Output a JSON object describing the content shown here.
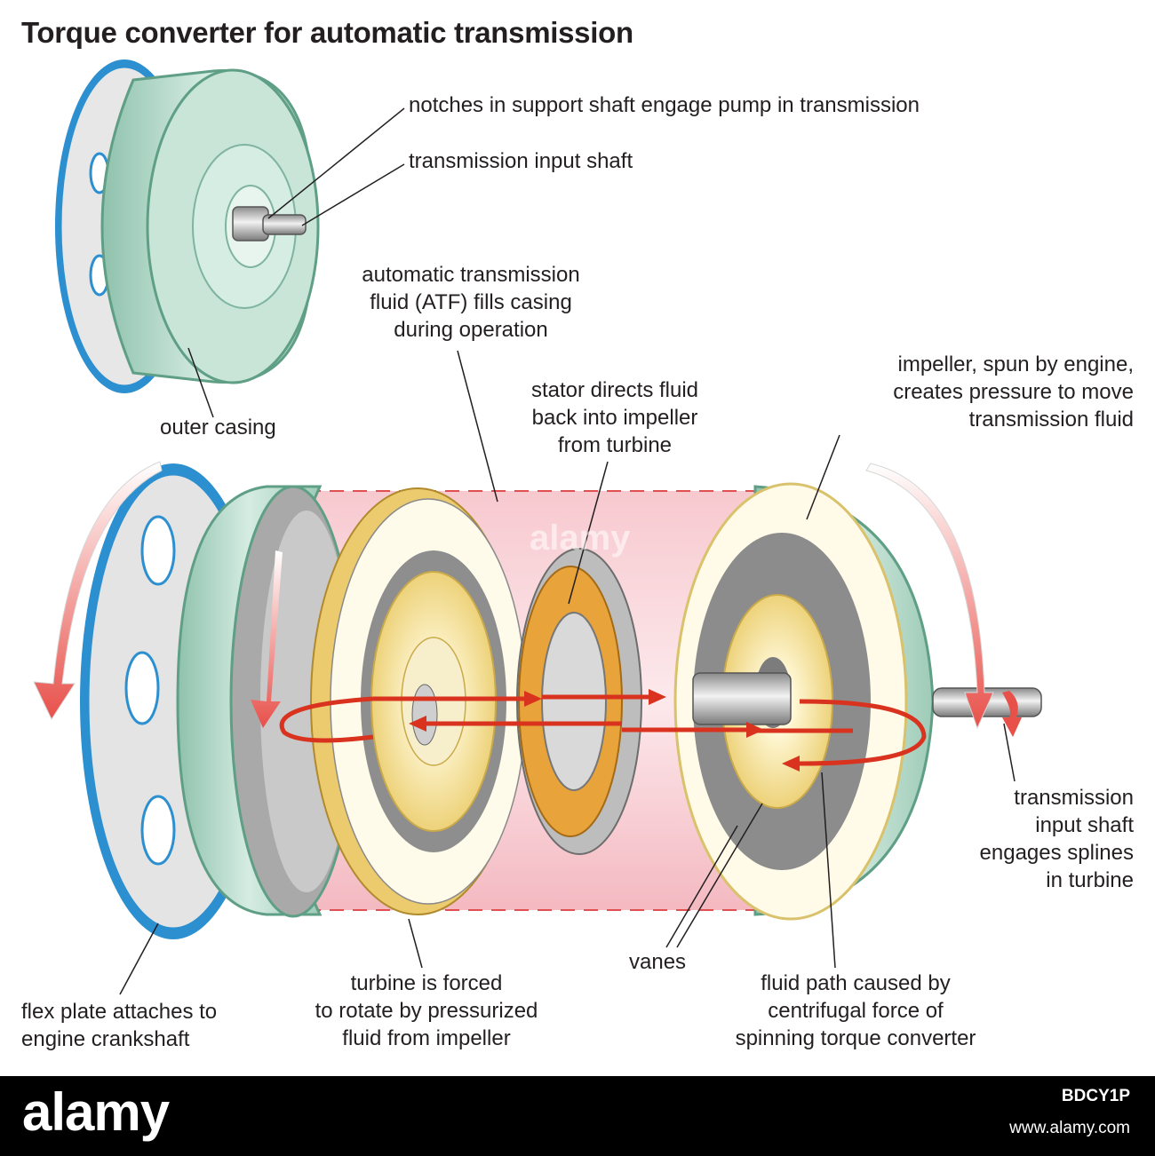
{
  "title": "Torque converter for automatic transmission",
  "labels": {
    "notches": "notches in support shaft engage pump in transmission",
    "input_shaft_top": "transmission input shaft",
    "atf": "automatic transmission\nfluid (ATF) fills casing\nduring operation",
    "stator": "stator directs fluid\nback into impeller\nfrom turbine",
    "impeller": "impeller, spun by engine,\ncreates pressure to move\ntransmission fluid",
    "outer_casing": "outer casing",
    "input_shaft_engages": "transmission\ninput shaft\nengages splines\nin turbine",
    "vanes": "vanes",
    "flex_plate": "flex plate attaches to\nengine crankshaft",
    "turbine": "turbine is forced\nto rotate by pressurized\nfluid from impeller",
    "fluid_path": "fluid path caused by\ncentrifugal force of\nspinning torque converter"
  },
  "watermark": "alamy",
  "footer": {
    "logo": "alamy",
    "image_id": "BDCY1P",
    "site": "www.alamy.com"
  },
  "colors": {
    "casing": "#b9dccc",
    "casing_edge": "#5f9f86",
    "flex_plate_teeth": "#2c8fd0",
    "atf_cylinder": "#f5c2c8",
    "turbine_face": "#f3e3a0",
    "stator": "#e8a43a",
    "fluid_arrow": "#d9331f"
  }
}
